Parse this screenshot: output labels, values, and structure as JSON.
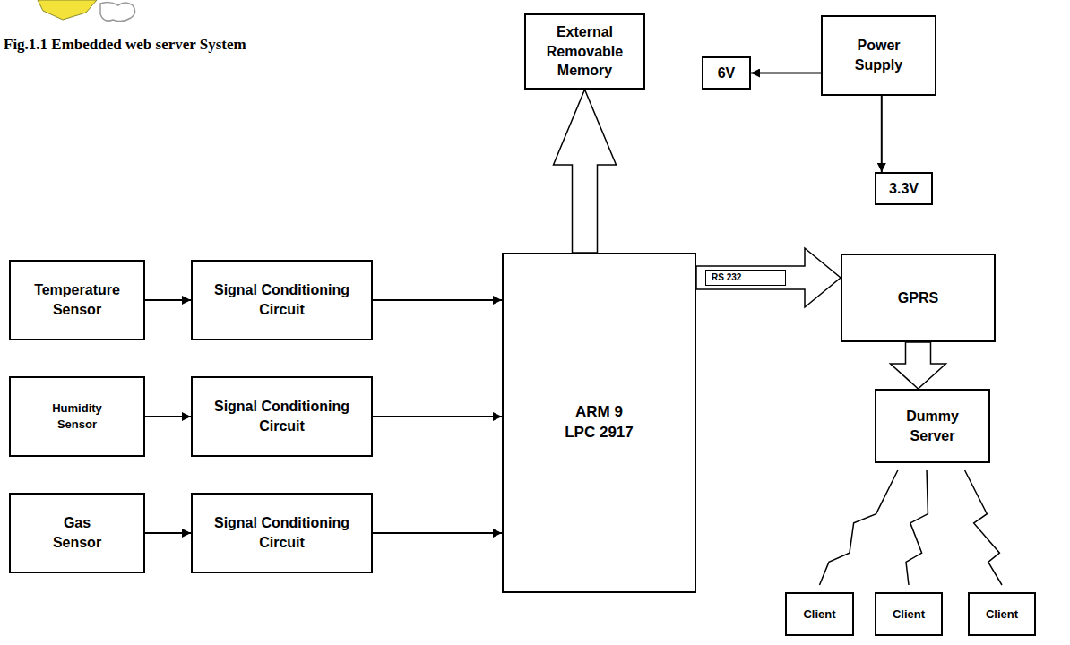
{
  "diagram": {
    "caption": "Fig.1.1 Embedded web server System",
    "nodes": [
      {
        "text": [
          "External Removable Memory"
        ]
      },
      {
        "text": [
          "Power Supply"
        ]
      },
      {
        "text": [
          "6V"
        ]
      },
      {
        "text": [
          "3.3V"
        ]
      },
      {
        "text": [
          "Temperature Sensor"
        ]
      },
      {
        "text": [
          "Signal Conditioning Circuit"
        ]
      },
      {
        "text": [
          "Humidity Sensor"
        ]
      },
      {
        "text": [
          "Signal Conditioning Circuit"
        ]
      },
      {
        "text": [
          "Gas Sensor"
        ]
      },
      {
        "text": [
          "Signal Conditioning Circuit"
        ]
      },
      {
        "text": [
          "ARM 9 LPC 2917"
        ]
      },
      {
        "text": [
          "GPRS"
        ]
      },
      {
        "text": [
          "Dummy Server"
        ]
      },
      {
        "text": [
          "Client"
        ]
      },
      {
        "text": [
          "Client"
        ]
      },
      {
        "text": [
          "Client"
        ]
      }
    ],
    "edges": [
      {
        "from": 1,
        "to": 2,
        "arrow": "to"
      },
      {
        "from": 1,
        "to": 3,
        "arrow": "to"
      },
      {
        "from": 4,
        "to": 5,
        "arrow": "to"
      },
      {
        "from": 5,
        "to": 10,
        "arrow": "to"
      },
      {
        "from": 6,
        "to": 7,
        "arrow": "to"
      },
      {
        "from": 7,
        "to": 10,
        "arrow": "to"
      },
      {
        "from": 8,
        "to": 9,
        "arrow": "to"
      },
      {
        "from": 9,
        "to": 10,
        "arrow": "to"
      },
      {
        "from": 10,
        "to": 0,
        "arrow": "to"
      },
      {
        "from": 10,
        "to": 11,
        "arrow": "to",
        "label": "RS 232"
      },
      {
        "from": 11,
        "to": 12,
        "arrow": "to"
      },
      {
        "from": 12,
        "to": 13,
        "arrow": "none"
      },
      {
        "from": 12,
        "to": 14,
        "arrow": "none"
      },
      {
        "from": 12,
        "to": 15,
        "arrow": "none"
      }
    ]
  }
}
